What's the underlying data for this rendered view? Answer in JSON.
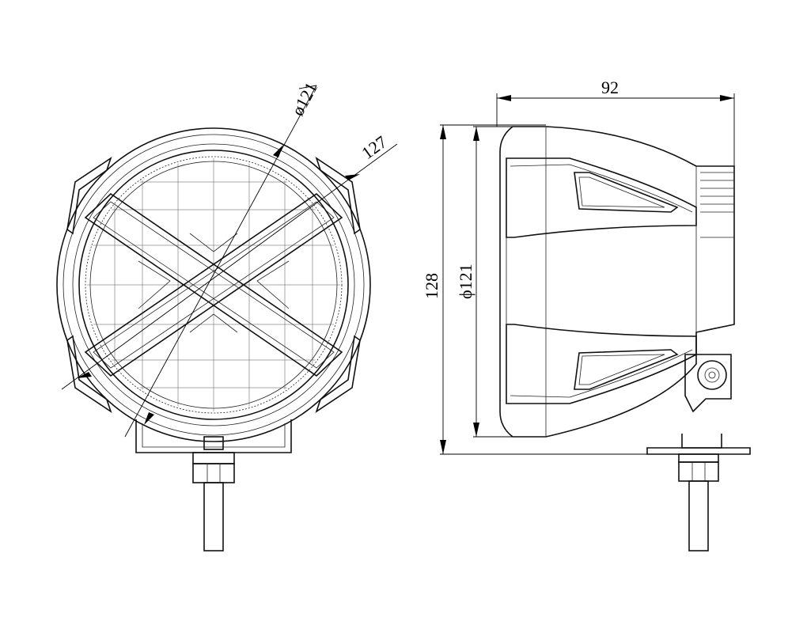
{
  "front_view": {
    "label_dia": "ø121",
    "label_outer": "127"
  },
  "side_view": {
    "label_depth": "92",
    "label_height": "128",
    "label_dia": "ϕ121"
  }
}
